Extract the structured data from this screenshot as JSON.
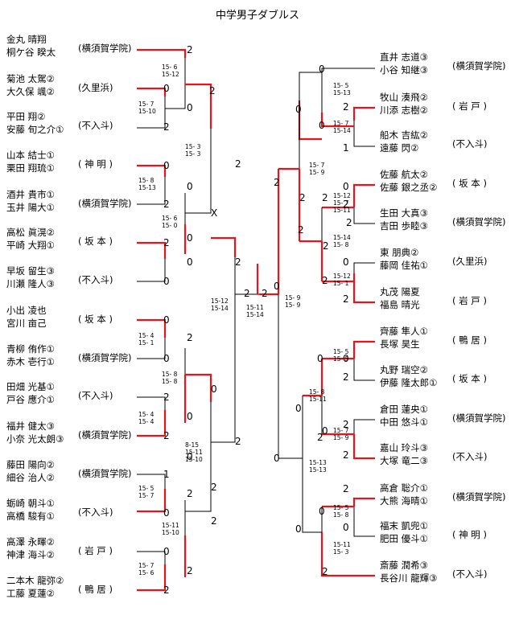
{
  "title": "中学男子ダブルス",
  "colors": {
    "win": "#e8131b",
    "line": "#000000"
  },
  "teams": [
    {
      "p1": "金丸 晴翔",
      "p2": "桐ケ谷 睽太",
      "school": "(横須賀学院)"
    },
    {
      "p1": "菊池 太駕②",
      "p2": "大久保 颯②",
      "school": "(久里浜)"
    },
    {
      "p1": "平田 翔②",
      "p2": "安藤 旬之介①",
      "school": "(不入斗)"
    },
    {
      "p1": "山本 結士①",
      "p2": "栗田 翔琉①",
      "school": "( 神 明 )"
    },
    {
      "p1": "酒井 貴市①",
      "p2": "玉井 陽大①",
      "school": "(横須賀学院)"
    },
    {
      "p1": "高松 眞滉②",
      "p2": "平崎 大翔①",
      "school": "( 坂 本 )"
    },
    {
      "p1": "早坂 留生③",
      "p2": "川瀬 隆人③",
      "school": "(不入斗)"
    },
    {
      "p1": "小出 凌也",
      "p2": "宮川 亩己",
      "school": "( 坂 本 )"
    },
    {
      "p1": "青柳 侑作①",
      "p2": "赤木 壱行①",
      "school": "(横須賀学院)"
    },
    {
      "p1": "田畑 光基①",
      "p2": "戸谷 應介①",
      "school": "(不入斗)"
    },
    {
      "p1": "福井 健太③",
      "p2": "小奈 光太朗③",
      "school": "(横須賀学院)"
    },
    {
      "p1": "藤田 陽向②",
      "p2": "細谷 治人②",
      "school": "(横須賀学院)"
    },
    {
      "p1": "蛎崎 朝斗①",
      "p2": "高橋 駿有①",
      "school": "(不入斗)"
    },
    {
      "p1": "高澤 永暉②",
      "p2": "神津 海斗②",
      "school": "( 岩 戸 )"
    },
    {
      "p1": "二本木 龍弥②",
      "p2": "工藤 夏蓮②",
      "school": "( 鴨 居 )"
    },
    {
      "p1": "直井 志道③",
      "p2": "小谷 知継③",
      "school": "(横須賀学院)"
    },
    {
      "p1": "牧山 湊飛②",
      "p2": "川添 志樹②",
      "school": "( 岩 戸 )"
    },
    {
      "p1": "船木 吉紘②",
      "p2": "遠藤 閃②",
      "school": "(不入斗)"
    },
    {
      "p1": "佐藤 航太②",
      "p2": "佐藤 銀之丞②",
      "school": "( 坂 本 )"
    },
    {
      "p1": "生田 大真③",
      "p2": "吉田 歩睦③",
      "school": "(横須賀学院)"
    },
    {
      "p1": "東 朋典②",
      "p2": "藤岡 佳祐①",
      "school": "(久里浜)"
    },
    {
      "p1": "丸茂 陽夏",
      "p2": "福島 晴光",
      "school": "( 岩 戸 )"
    },
    {
      "p1": "齊藤 隼人①",
      "p2": "長塚 昊生",
      "school": "( 鴨 居 )"
    },
    {
      "p1": "丸野 瑞空②",
      "p2": "伊藤 隆太郎①",
      "school": "( 坂 本 )"
    },
    {
      "p1": "倉田 蓮央①",
      "p2": "中田 悠斗①",
      "school": "(横須賀学院)"
    },
    {
      "p1": "嘉山 玲斗③",
      "p2": "大塚 竜二③",
      "school": "(不入斗)"
    },
    {
      "p1": "高倉 聡介①",
      "p2": "大熊 海晴①",
      "school": "(横須賀学院)"
    },
    {
      "p1": "福末 凱兜①",
      "p2": "肥田 優斗①",
      "school": "( 神 明 )"
    },
    {
      "p1": "斎藤 潤希③",
      "p2": "長谷川 龍輝③",
      "school": "(不入斗)"
    }
  ],
  "points": [
    "2",
    "2",
    "0",
    "0",
    "2",
    "2",
    "0",
    "0",
    "2",
    "X",
    "2",
    "0",
    "0",
    "2",
    "2",
    "0",
    "2",
    "0",
    "0",
    "2",
    "0",
    "2",
    "2",
    "1",
    "2",
    "0",
    "2",
    "0",
    "2",
    "2",
    "0",
    "2",
    "0",
    "1",
    "0",
    "2",
    "0",
    "2",
    "2",
    "2",
    "0",
    "2",
    "2",
    "0",
    "0",
    "2",
    "0",
    "2",
    "2",
    "0",
    "2",
    "2",
    "0",
    "0",
    "0",
    "2",
    "2",
    "0",
    "2",
    "0",
    "2",
    "2",
    "0",
    "0",
    "2"
  ],
  "scores": [
    [
      "15- 6",
      "15-12"
    ],
    [
      "15- 7",
      "15-10"
    ],
    [
      "15- 3",
      "15- 3"
    ],
    [
      "15- 8",
      "15-13"
    ],
    [
      "15- 6",
      "15- 0"
    ],
    [
      "15-12",
      "15-14"
    ],
    [
      "15- 4",
      "15- 1"
    ],
    [
      "15- 8",
      "15- 8"
    ],
    [
      "15- 4",
      "15- 4"
    ],
    [
      "8-15",
      "15-11",
      "15-10"
    ],
    [
      "15- 5",
      "15- 7"
    ],
    [
      "15-11",
      "15-10"
    ],
    [
      "15- 7",
      "15- 6"
    ],
    [
      "15-11",
      "15-14"
    ],
    [
      "15- 9",
      "15- 9"
    ],
    [
      "15- 5",
      "15-13"
    ],
    [
      "15- 7",
      "15-14"
    ],
    [
      "15- 7",
      "15- 9"
    ],
    [
      "15-12",
      "15- 7",
      "15-11"
    ],
    [
      "15-14",
      "15- 8"
    ],
    [
      "15-12",
      "15- 1"
    ],
    [
      "15- 5",
      "15- 5"
    ],
    [
      "15- 8",
      "15-11"
    ],
    [
      "15- 7",
      "15- 9"
    ],
    [
      "15-13",
      "15-13"
    ],
    [
      "15- 5",
      "15- 8"
    ],
    [
      "15-11",
      "15- 3"
    ]
  ]
}
